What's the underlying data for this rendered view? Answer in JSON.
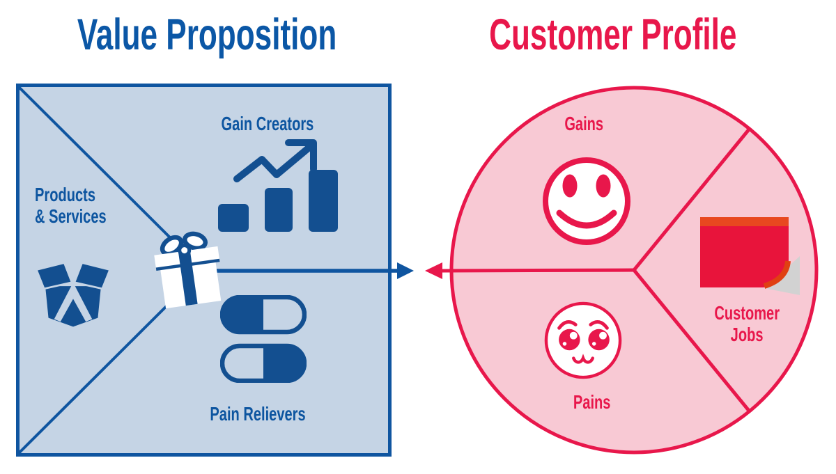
{
  "value_proposition": {
    "title": "Value Proposition",
    "gain_creators": {
      "label": "Gain Creators",
      "icon": "bar-chart-growth-icon"
    },
    "products_services": {
      "label_line1": "Products",
      "label_line2": "& Services",
      "icon": "open-box-icon"
    },
    "pain_relievers": {
      "label": "Pain Relievers",
      "icon": "pills-icon"
    },
    "center_icon": "gift-icon",
    "connector_icon": "arrow-right-icon"
  },
  "customer_profile": {
    "title": "Customer Profile",
    "gains": {
      "label": "Gains",
      "icon": "happy-face-icon"
    },
    "customer_jobs": {
      "label_line1": "Customer",
      "label_line2": "Jobs",
      "icon": "sticky-note-icon"
    },
    "pains": {
      "label": "Pains",
      "icon": "worried-face-icon"
    },
    "connector_icon": "arrow-left-icon"
  },
  "colors": {
    "blue_text": "#0D55A0",
    "blue_border": "#0F55A0",
    "blue_icon": "#134F90",
    "light_blue_fill": "#C5D4E5",
    "red": "#E8174B",
    "pink_fill": "#F8C9D4",
    "note_red": "#E8143B",
    "note_strip": "#E8481F",
    "note_fold": "#E04012",
    "note_shadow": "#D2D2D2"
  }
}
